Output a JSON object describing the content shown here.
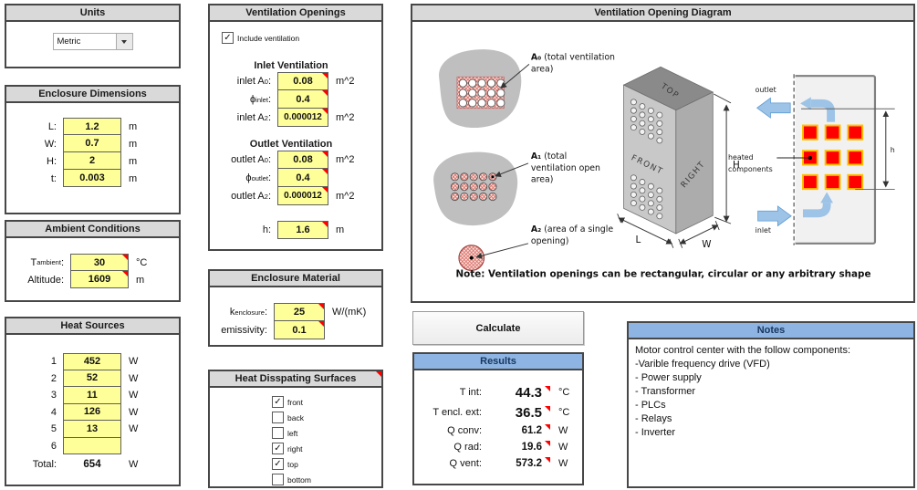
{
  "units": {
    "title": "Units",
    "dropdown_value": "Metric"
  },
  "dimensions": {
    "title": "Enclosure Dimensions",
    "rows": [
      {
        "label": "L:",
        "value": "1.2",
        "unit": "m"
      },
      {
        "label": "W:",
        "value": "0.7",
        "unit": "m"
      },
      {
        "label": "H:",
        "value": "2",
        "unit": "m"
      },
      {
        "label": "t:",
        "value": "0.003",
        "unit": "m"
      }
    ]
  },
  "ambient": {
    "title": "Ambient Conditions",
    "t_label_main": "T",
    "t_label_sub": "ambient",
    "t_label_suffix": ":",
    "t_value": "30",
    "t_unit": "°C",
    "alt_label": "Altitude:",
    "alt_value": "1609",
    "alt_unit": "m"
  },
  "heat_sources": {
    "title": "Heat Sources",
    "rows": [
      {
        "label": "1",
        "value": "452",
        "unit": "W"
      },
      {
        "label": "2",
        "value": "52",
        "unit": "W"
      },
      {
        "label": "3",
        "value": "11",
        "unit": "W"
      },
      {
        "label": "4",
        "value": "126",
        "unit": "W"
      },
      {
        "label": "5",
        "value": "13",
        "unit": "W"
      },
      {
        "label": "6",
        "value": "",
        "unit": ""
      }
    ],
    "total_label": "Total:",
    "total_value": "654",
    "total_unit": "W"
  },
  "ventilation": {
    "title": "Ventilation Openings",
    "include_label": "Include ventilation",
    "include_mark": "✓",
    "inlet_title": "Inlet Ventilation",
    "inlet_rows": [
      {
        "label_main": "inlet A",
        "label_sub": "0",
        "label_suffix": ":",
        "value": "0.08",
        "unit": "m^2"
      },
      {
        "label_main": "ϕ",
        "label_sub": "inlet",
        "label_suffix": ":",
        "value": "0.4",
        "unit": ""
      },
      {
        "label_main": "inlet A",
        "label_sub": "2",
        "label_suffix": ":",
        "value": "0.000012",
        "unit": "m^2"
      }
    ],
    "outlet_title": "Outlet Ventilation",
    "outlet_rows": [
      {
        "label_main": "outlet A",
        "label_sub": "0",
        "label_suffix": ":",
        "value": "0.08",
        "unit": "m^2"
      },
      {
        "label_main": "ϕ",
        "label_sub": "outlet",
        "label_suffix": ":",
        "value": "0.4",
        "unit": ""
      },
      {
        "label_main": "outlet A",
        "label_sub": "2",
        "label_suffix": ":",
        "value": "0.000012",
        "unit": "m^2"
      }
    ],
    "h_row": {
      "label_main": "h",
      "label_sub": "",
      "label_suffix": ":",
      "value": "1.6",
      "unit": "m"
    }
  },
  "material": {
    "title": "Enclosure Material",
    "k_label_main": "k",
    "k_label_sub": "enclosure",
    "k_label_suffix": ":",
    "k_value": "25",
    "k_unit": "W/(mK)",
    "e_label": "emissivity:",
    "e_value": "0.1",
    "e_unit": ""
  },
  "surfaces": {
    "title": "Heat Disspating Surfaces",
    "checkboxes": [
      {
        "label": "front",
        "mark": "✓"
      },
      {
        "label": "back",
        "mark": ""
      },
      {
        "label": "left",
        "mark": ""
      },
      {
        "label": "right",
        "mark": "✓"
      },
      {
        "label": "top",
        "mark": "✓"
      },
      {
        "label": "bottom",
        "mark": ""
      }
    ]
  },
  "diagram": {
    "title": "Ventilation Opening Diagram",
    "a0_name": "A₀",
    "a0_rest": " (total ventilation",
    "a0_line2": "area)",
    "a1_name": "A₁",
    "a1_rest": " (total",
    "a1_line2": "ventilation open",
    "a1_line3": "area)",
    "a2_name": "A₂",
    "a2_rest": " (area of a single",
    "a2_line2": "opening)",
    "top": "TOP",
    "front": "FRONT",
    "right": "RIGHT",
    "dim_h": "H",
    "dim_l": "L",
    "dim_w": "W",
    "outlet": "outlet",
    "inlet": "inlet",
    "heated1": "heated",
    "heated2": "components",
    "small_h": "h",
    "note": "Note: Ventilation openings can be rectangular, circular or any arbitrary shape"
  },
  "calculate": {
    "label": "Calculate"
  },
  "results": {
    "title": "Results",
    "rows": [
      {
        "label": "T int:",
        "value": "44.3",
        "unit": "°C"
      },
      {
        "label": "T encl. ext:",
        "value": "36.5",
        "unit": "°C"
      },
      {
        "label": "Q conv:",
        "value": "61.2",
        "unit": "W"
      },
      {
        "label": "Q rad:",
        "value": "19.6",
        "unit": "W"
      },
      {
        "label": "Q vent:",
        "value": "573.2",
        "unit": "W"
      }
    ]
  },
  "notes": {
    "title": "Notes",
    "lines": [
      "Motor control center with the follow components:",
      "-Varible frequency drive (VFD)",
      "- Power supply",
      "- Transformer",
      "- PLCs",
      "- Relays",
      "- Inverter"
    ]
  }
}
